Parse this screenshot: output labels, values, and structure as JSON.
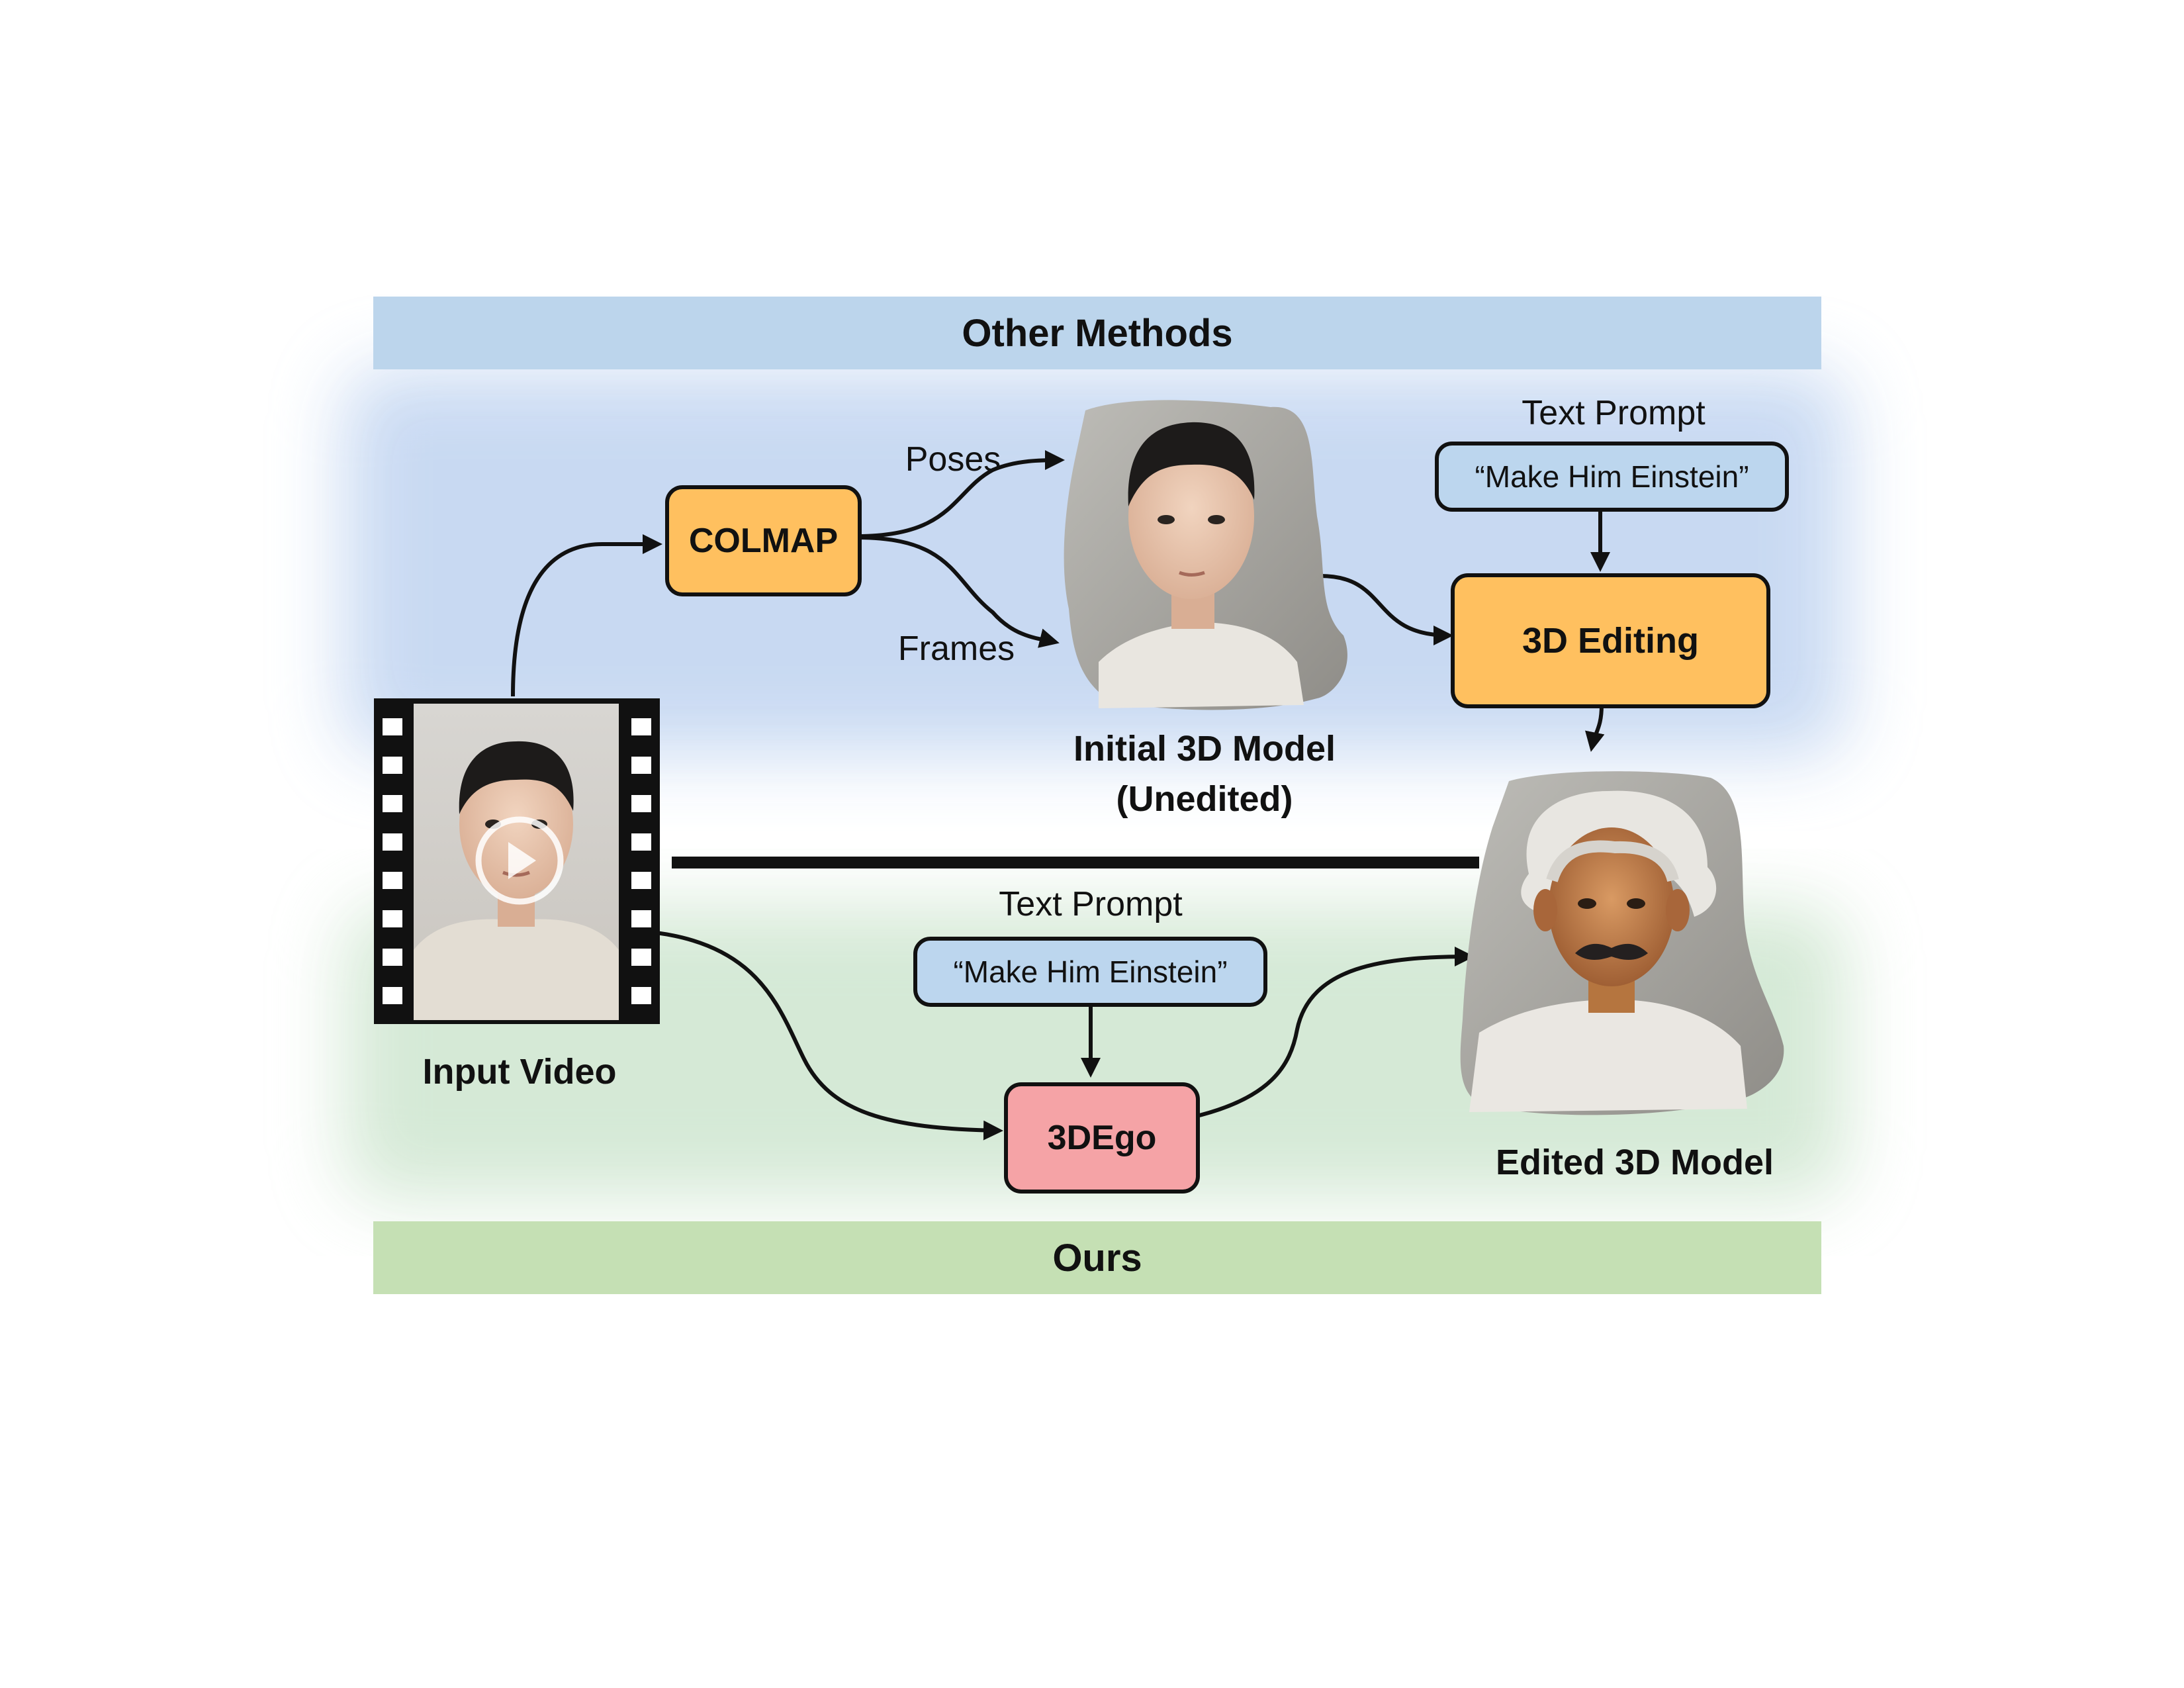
{
  "banners": {
    "top": "Other Methods",
    "bottom": "Ours"
  },
  "nodes": {
    "colmap": "COLMAP",
    "editing": "3D Editing",
    "ours": "3DEgo"
  },
  "edges": {
    "poses": "Poses",
    "frames": "Frames"
  },
  "prompts": {
    "top_title": "Text Prompt",
    "top_text": "“Make Him Einstein”",
    "bottom_title": "Text Prompt",
    "bottom_text": "“Make Him Einstein”"
  },
  "captions": {
    "input_video": "Input Video",
    "initial_line1": "Initial 3D Model",
    "initial_line2": "(Unedited)",
    "edited": "Edited 3D Model"
  },
  "colors": {
    "top_banner": "#bcd5ec",
    "bottom_banner": "#c5e0b4",
    "top_glow": "#c6d8f2",
    "bottom_glow": "#d3e8d4",
    "orange_box": "#ffc05f",
    "blue_box": "#bcd6ee",
    "pink_box": "#f5a3a6",
    "line": "#111111"
  },
  "icons": {
    "film": "film-strip-icon",
    "play": "play-circle-icon"
  }
}
